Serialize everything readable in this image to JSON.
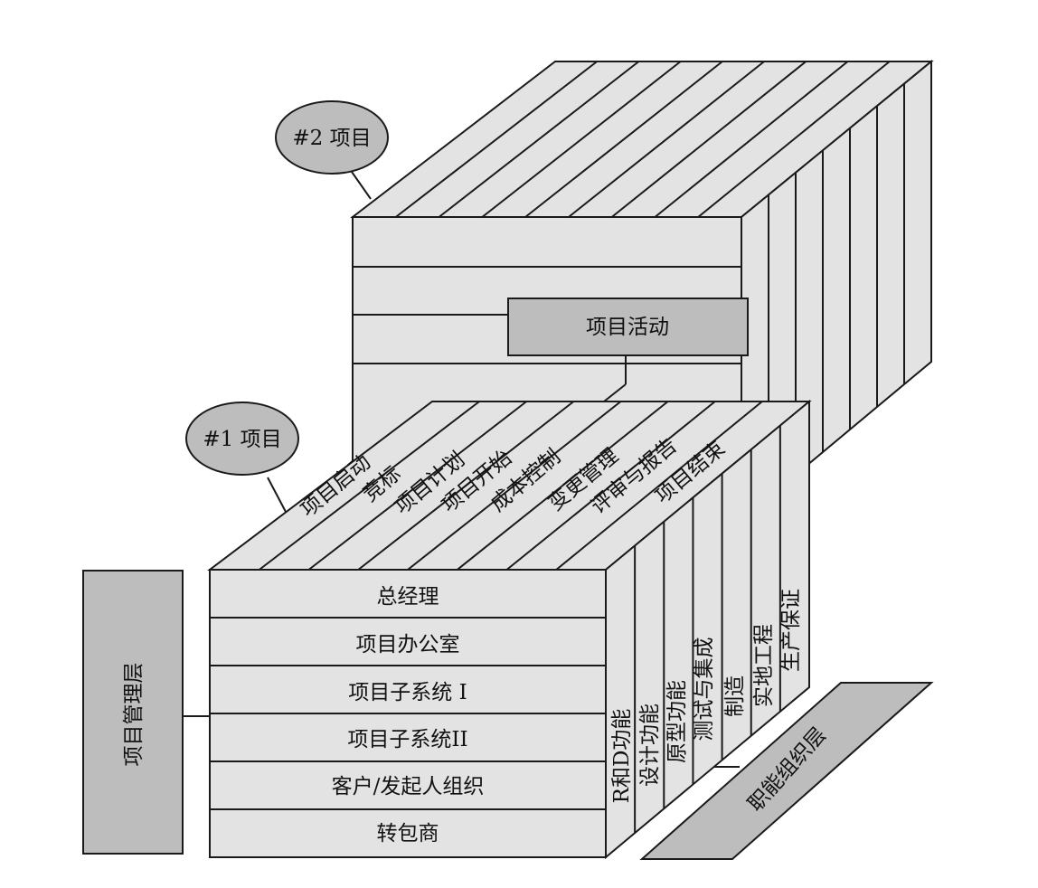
{
  "project2": {
    "label": "#2 项目"
  },
  "project1": {
    "label": "#1 项目"
  },
  "activity": {
    "label": "项目活动"
  },
  "management": {
    "label": "项目管理层"
  },
  "functional": {
    "label": "职能组织层"
  },
  "stages": [
    "项目启动",
    "竞标",
    "项目计划",
    "项目开始",
    "成本控制",
    "变更管理",
    "评审与报告",
    "项目结束"
  ],
  "roles": [
    "总经理",
    "项目办公室",
    "项目子系统 I",
    "项目子系统II",
    "客户/发起人组织",
    "转包商"
  ],
  "functions": [
    "R和D功能",
    "设计功能",
    "原型功能",
    "测试与集成",
    "制造",
    "实地工程",
    "生产保证"
  ],
  "colors": {
    "face": "#e3e3e3",
    "badge": "#bdbdbd",
    "stroke": "#1a1a1a"
  }
}
